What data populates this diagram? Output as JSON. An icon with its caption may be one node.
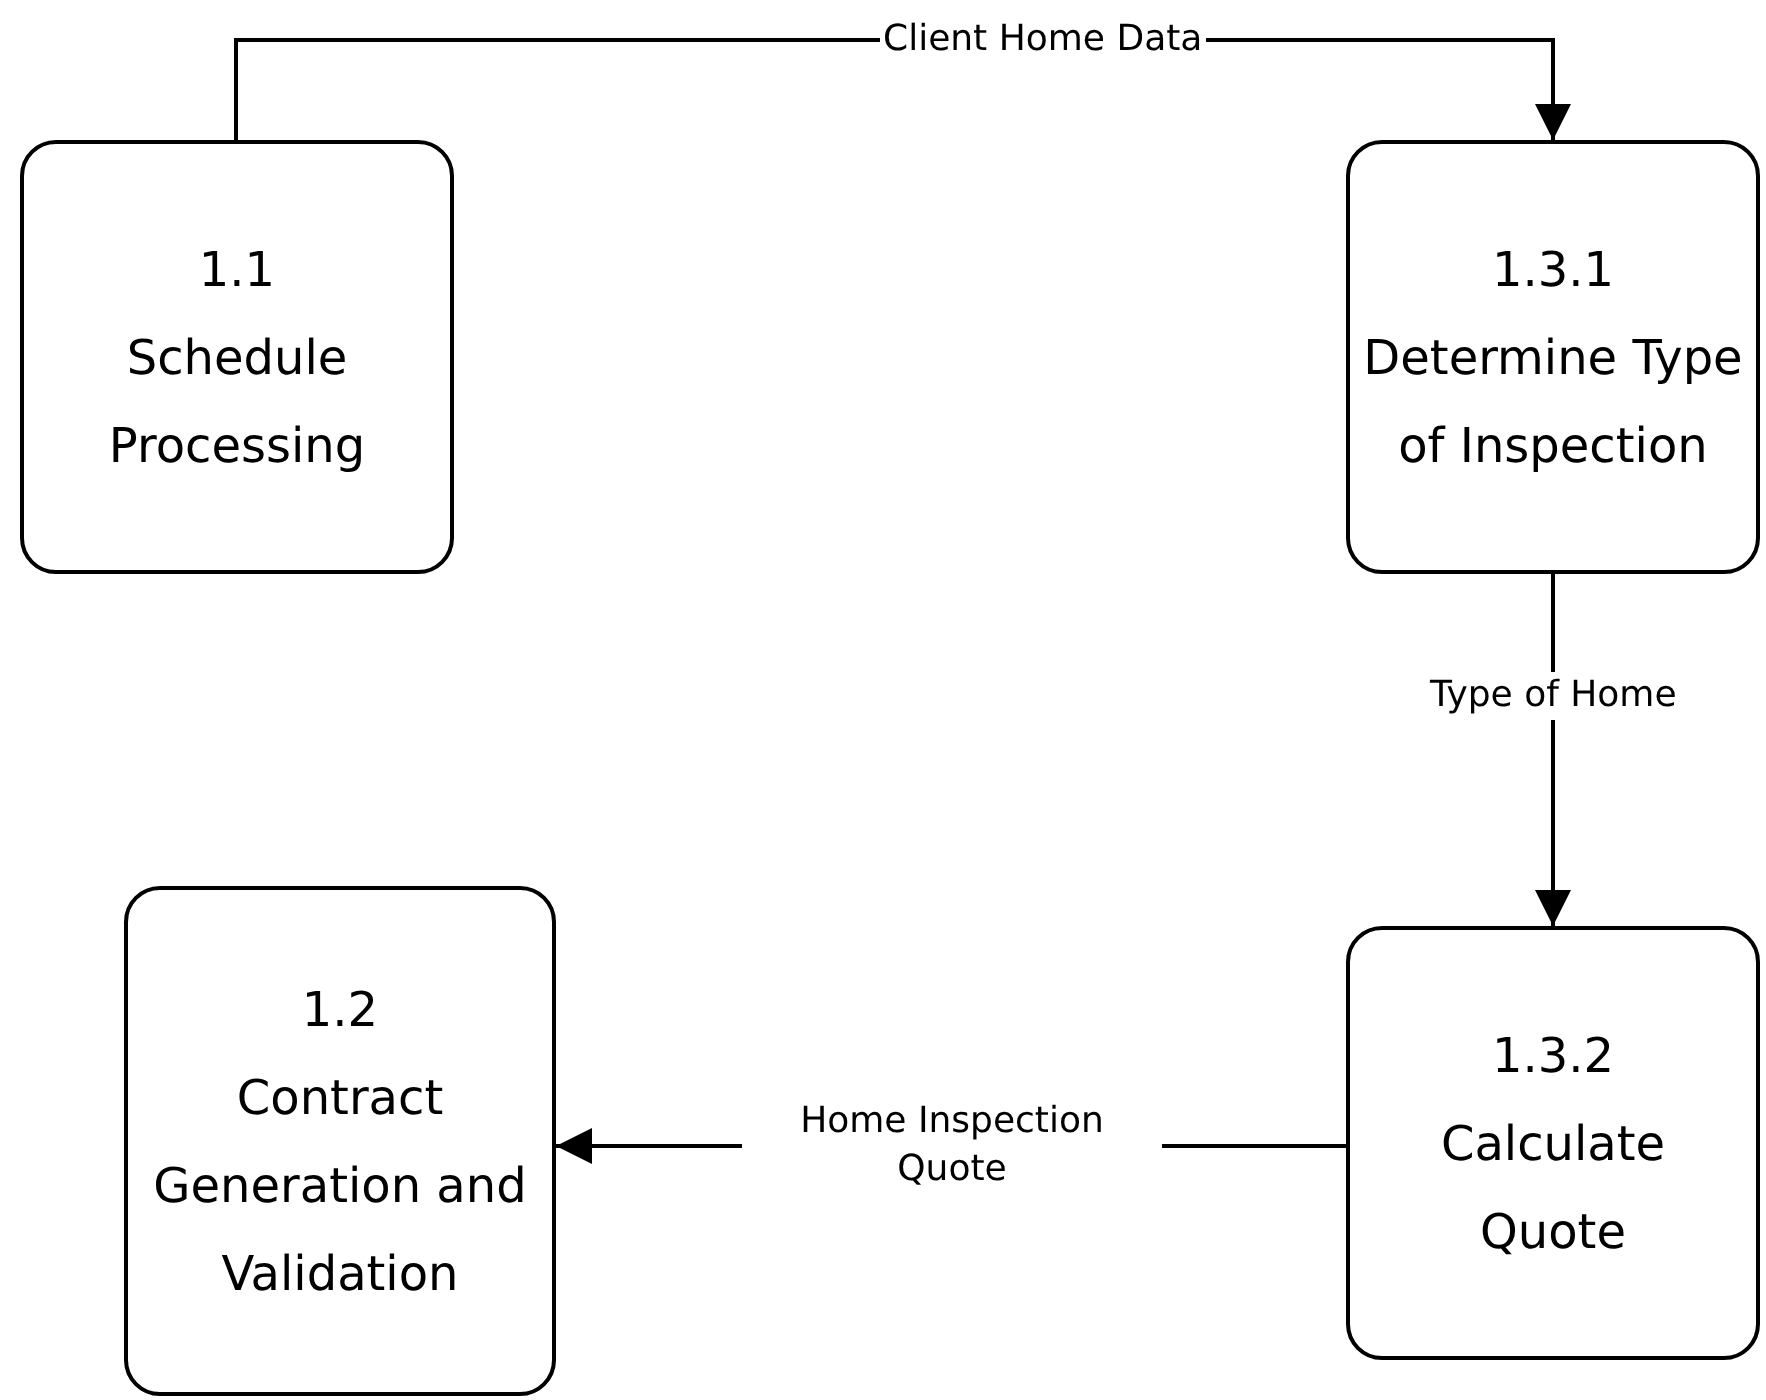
{
  "diagram": {
    "nodes": [
      {
        "text": [
          "1.1",
          "Schedule Processing"
        ]
      },
      {
        "text": [
          "1.3.1",
          "Determine Type of Inspection"
        ]
      },
      {
        "text": [
          "1.2",
          "Contract Generation and Validation"
        ]
      },
      {
        "text": [
          "1.3.2",
          "Calculate Quote"
        ]
      }
    ],
    "edges": [
      {
        "from": 0,
        "to": 1,
        "arrow": "to",
        "label": "Client Home Data"
      },
      {
        "from": 1,
        "to": 3,
        "arrow": "to",
        "label": "Type of Home"
      },
      {
        "from": 3,
        "to": 2,
        "arrow": "to",
        "label": "Home Inspection Quote"
      }
    ]
  }
}
